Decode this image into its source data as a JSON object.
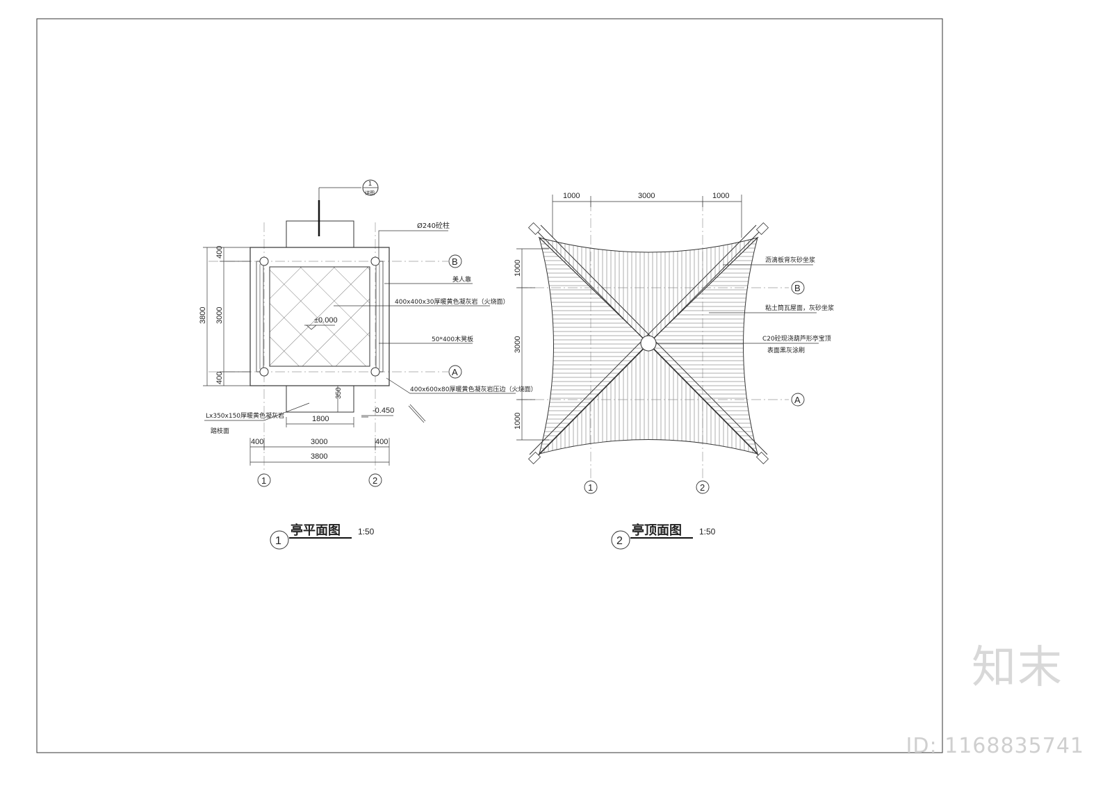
{
  "plan": {
    "title": "亭平面图",
    "scale": "1:50",
    "number": "1",
    "dims": {
      "d400a": "400",
      "d3000": "3000",
      "d400b": "400",
      "d3800": "3800",
      "d1800": "1800",
      "d350": "350",
      "v400a": "400",
      "v3000": "3000",
      "v400b": "400",
      "v3800": "3800"
    },
    "axes": {
      "a1": "1",
      "a2": "2",
      "aA": "A",
      "aB": "B"
    },
    "level0": "±0.000",
    "level1": "-0.450",
    "section_ref_top": "1",
    "section_ref_bot": "详图",
    "notes": {
      "column": "Ø240砼柱",
      "bench": "美人靠",
      "floor": "400x400x30厚暖黄色凝灰岩（火烧面）",
      "board": "50*400木凳板",
      "edge": "400x600x80厚暖黄色凝灰岩压边（火烧面）",
      "step1": "Lx350x150厚暖黄色凝灰岩",
      "step2": "踏枝面"
    }
  },
  "roof": {
    "title": "亭顶面图",
    "scale": "1:50",
    "number": "2",
    "dims": {
      "h1000a": "1000",
      "h3000": "3000",
      "h1000b": "1000",
      "v1000a": "1000",
      "v3000": "3000",
      "v1000b": "1000"
    },
    "axes": {
      "a1": "1",
      "a2": "2",
      "aA": "A",
      "aB": "B"
    },
    "notes": {
      "ridge": "沥滴板背灰砂坐浆",
      "tile": "粘土筒瓦屋面，灰砂坐浆",
      "top1": "C20砼现浇葫芦形亭宝顶",
      "top2": "表面黑灰涂刷"
    }
  },
  "watermark": {
    "brand": "知末",
    "id": "ID: 1168835741"
  }
}
